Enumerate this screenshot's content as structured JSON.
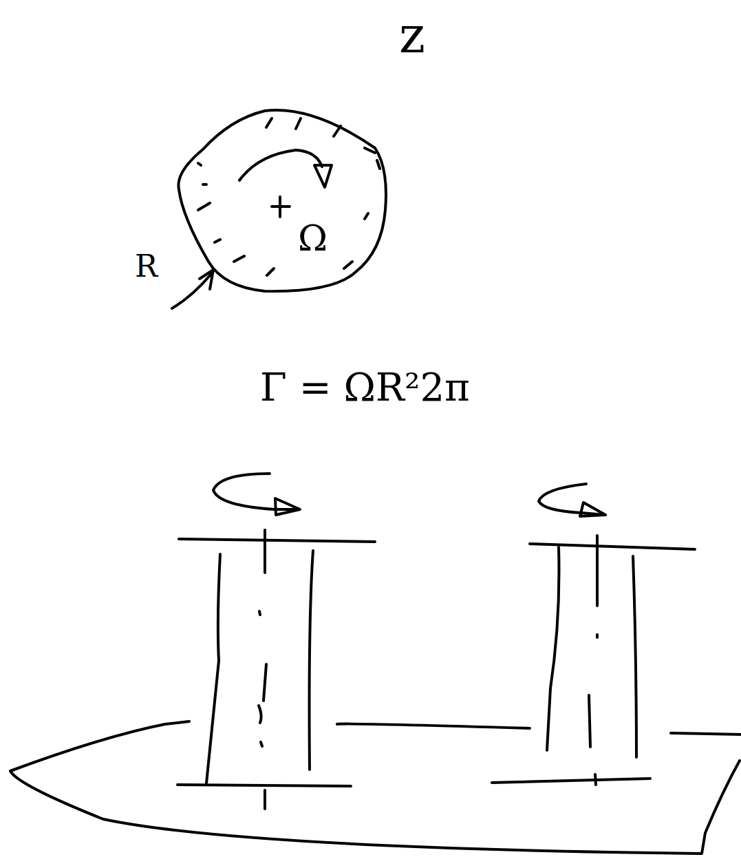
{
  "diagram": {
    "nodes": [
      {
        "text": [
          "Ω"
        ]
      }
    ],
    "labels": [
      "z",
      "R",
      "Γ = ΩR²2π"
    ]
  }
}
